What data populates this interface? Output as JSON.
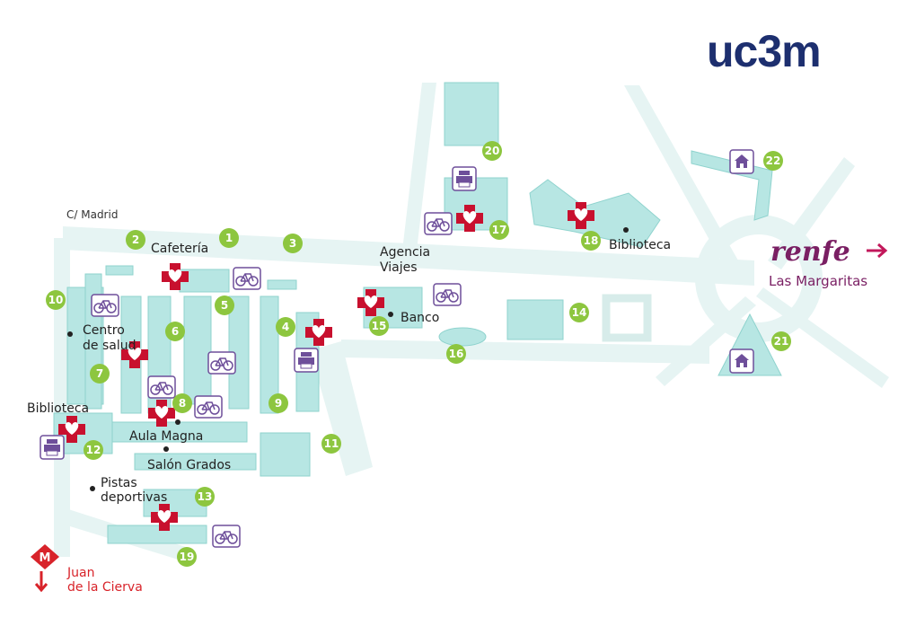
{
  "brand": {
    "logo_text": "uc3m",
    "logo_color": "#1d2f6f"
  },
  "labels": {
    "street": "C/ Madrid",
    "cafeteria": "Cafetería",
    "agencia_1": "Agencia",
    "agencia_2": "Viajes",
    "banco": "Banco",
    "biblioteca_east": "Biblioteca",
    "centro_1": "Centro",
    "centro_2": "de salud",
    "biblioteca_west": "Biblioteca",
    "aula_magna": "Aula Magna",
    "salon_grados": "Salón Grados",
    "pistas_1": "Pistas",
    "pistas_2": "deportivas"
  },
  "renfe": {
    "logo": "renfe",
    "station": "Las Margaritas",
    "color": "#7a1f63"
  },
  "metro": {
    "line1": "Juan",
    "line2": "de la Cierva",
    "color": "#d8232a"
  },
  "building_numbers": [
    "1",
    "2",
    "3",
    "4",
    "5",
    "6",
    "7",
    "8",
    "9",
    "10",
    "11",
    "12",
    "13",
    "14",
    "15",
    "16",
    "17",
    "18",
    "19",
    "20",
    "21",
    "22"
  ],
  "colors": {
    "number_badge": "#8dc63f",
    "road": "#e6f4f3",
    "building": "#b7e6e3",
    "first_aid": "#c8102e",
    "service_icon": "#6e4f9a"
  },
  "icons": [
    "bicycle-icon",
    "first-aid-icon",
    "printer-icon",
    "residence-icon",
    "metro-icon",
    "arrow-right-icon",
    "arrow-down-icon"
  ]
}
